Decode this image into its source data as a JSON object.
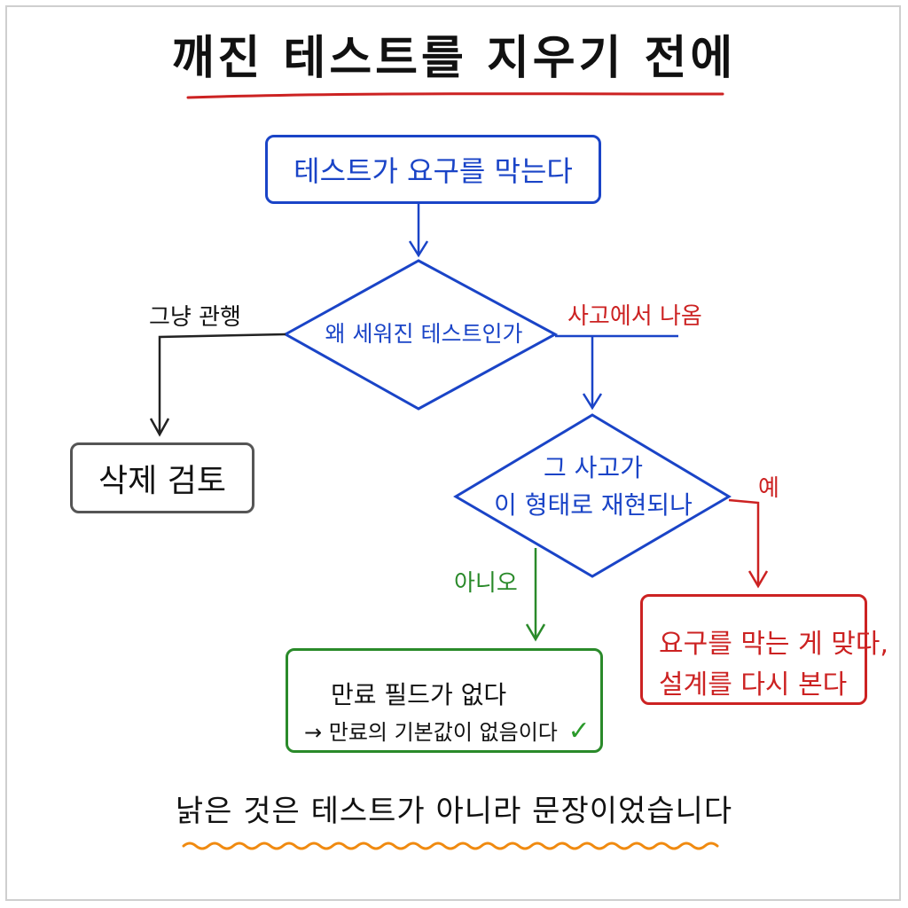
{
  "title": "깨진 테스트를 지우기 전에",
  "nodes": {
    "start": "테스트가 요구를 막는다",
    "question1": "왜 세워진 테스트인가",
    "question2_line1": "그 사고가",
    "question2_line2": "이 형태로 재현되나",
    "delete": "삭제 검토",
    "no_result_line1": "만료 필드가 없다",
    "no_result_line2": "→ 만료의 기본값이 없음이다",
    "no_result_check": "✓",
    "yes_result_line1": "요구를 막는 게 맞다,",
    "yes_result_line2": "설계를 다시 본다"
  },
  "edge_labels": {
    "just_convention": "그냥 관행",
    "from_incident": "사고에서 나옴",
    "yes": "예",
    "no": "아니오"
  },
  "footer": "낡은 것은 테스트가 아니라 문장이었습니다",
  "colors": {
    "blue": "#1a44c7",
    "red": "#cc2222",
    "green": "#2a8a2a",
    "gray": "#555555",
    "underline_title": "#cc2222",
    "underline_footer": "#f08a10"
  }
}
